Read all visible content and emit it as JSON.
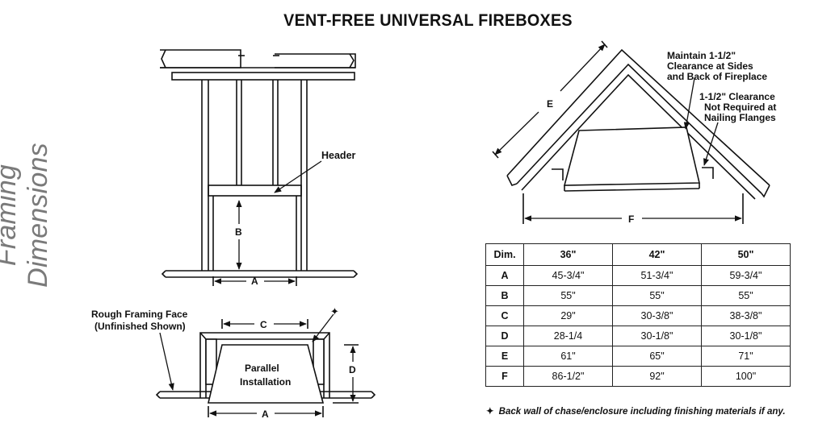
{
  "title": "VENT-FREE UNIVERSAL FIREBOXES",
  "side_label": "Framing Dimensions",
  "front_view": {
    "header_label": "Header",
    "dim_b": "B",
    "dim_a": "A"
  },
  "plan_view": {
    "rough_framing_line1": "Rough Framing Face",
    "rough_framing_line2": "(Unfinished Shown)",
    "dim_c": "C",
    "dim_d": "D",
    "dim_a": "A",
    "install_line1": "Parallel",
    "install_line2": "Installation",
    "marker": "✦"
  },
  "corner_view": {
    "note1_line1": "Maintain 1-1/2\"",
    "note1_line2": "Clearance at Sides",
    "note1_line3": "and Back of Fireplace",
    "note2_line1": "1-1/2\" Clearance",
    "note2_line2": "Not Required at",
    "note2_line3": "Nailing Flanges",
    "dim_e": "E",
    "dim_f": "F"
  },
  "table": {
    "headers": [
      "Dim.",
      "36\"",
      "42\"",
      "50\""
    ],
    "rows": [
      {
        "dim": "A",
        "v36": "45-3/4\"",
        "v42": "51-3/4\"",
        "v50": "59-3/4\""
      },
      {
        "dim": "B",
        "v36": "55\"",
        "v42": "55\"",
        "v50": "55\""
      },
      {
        "dim": "C",
        "v36": "29\"",
        "v42": "30-3/8\"",
        "v50": "38-3/8\""
      },
      {
        "dim": "D",
        "v36": "28-1/4",
        "v42": "30-1/8\"",
        "v50": "30-1/8\""
      },
      {
        "dim": "E",
        "v36": "61\"",
        "v42": "65\"",
        "v50": "71\""
      },
      {
        "dim": "F",
        "v36": "86-1/2\"",
        "v42": "92\"",
        "v50": "100\""
      }
    ]
  },
  "footnote": {
    "marker": "✦",
    "text": "Back wall of chase/enclosure including finishing materials if any."
  }
}
